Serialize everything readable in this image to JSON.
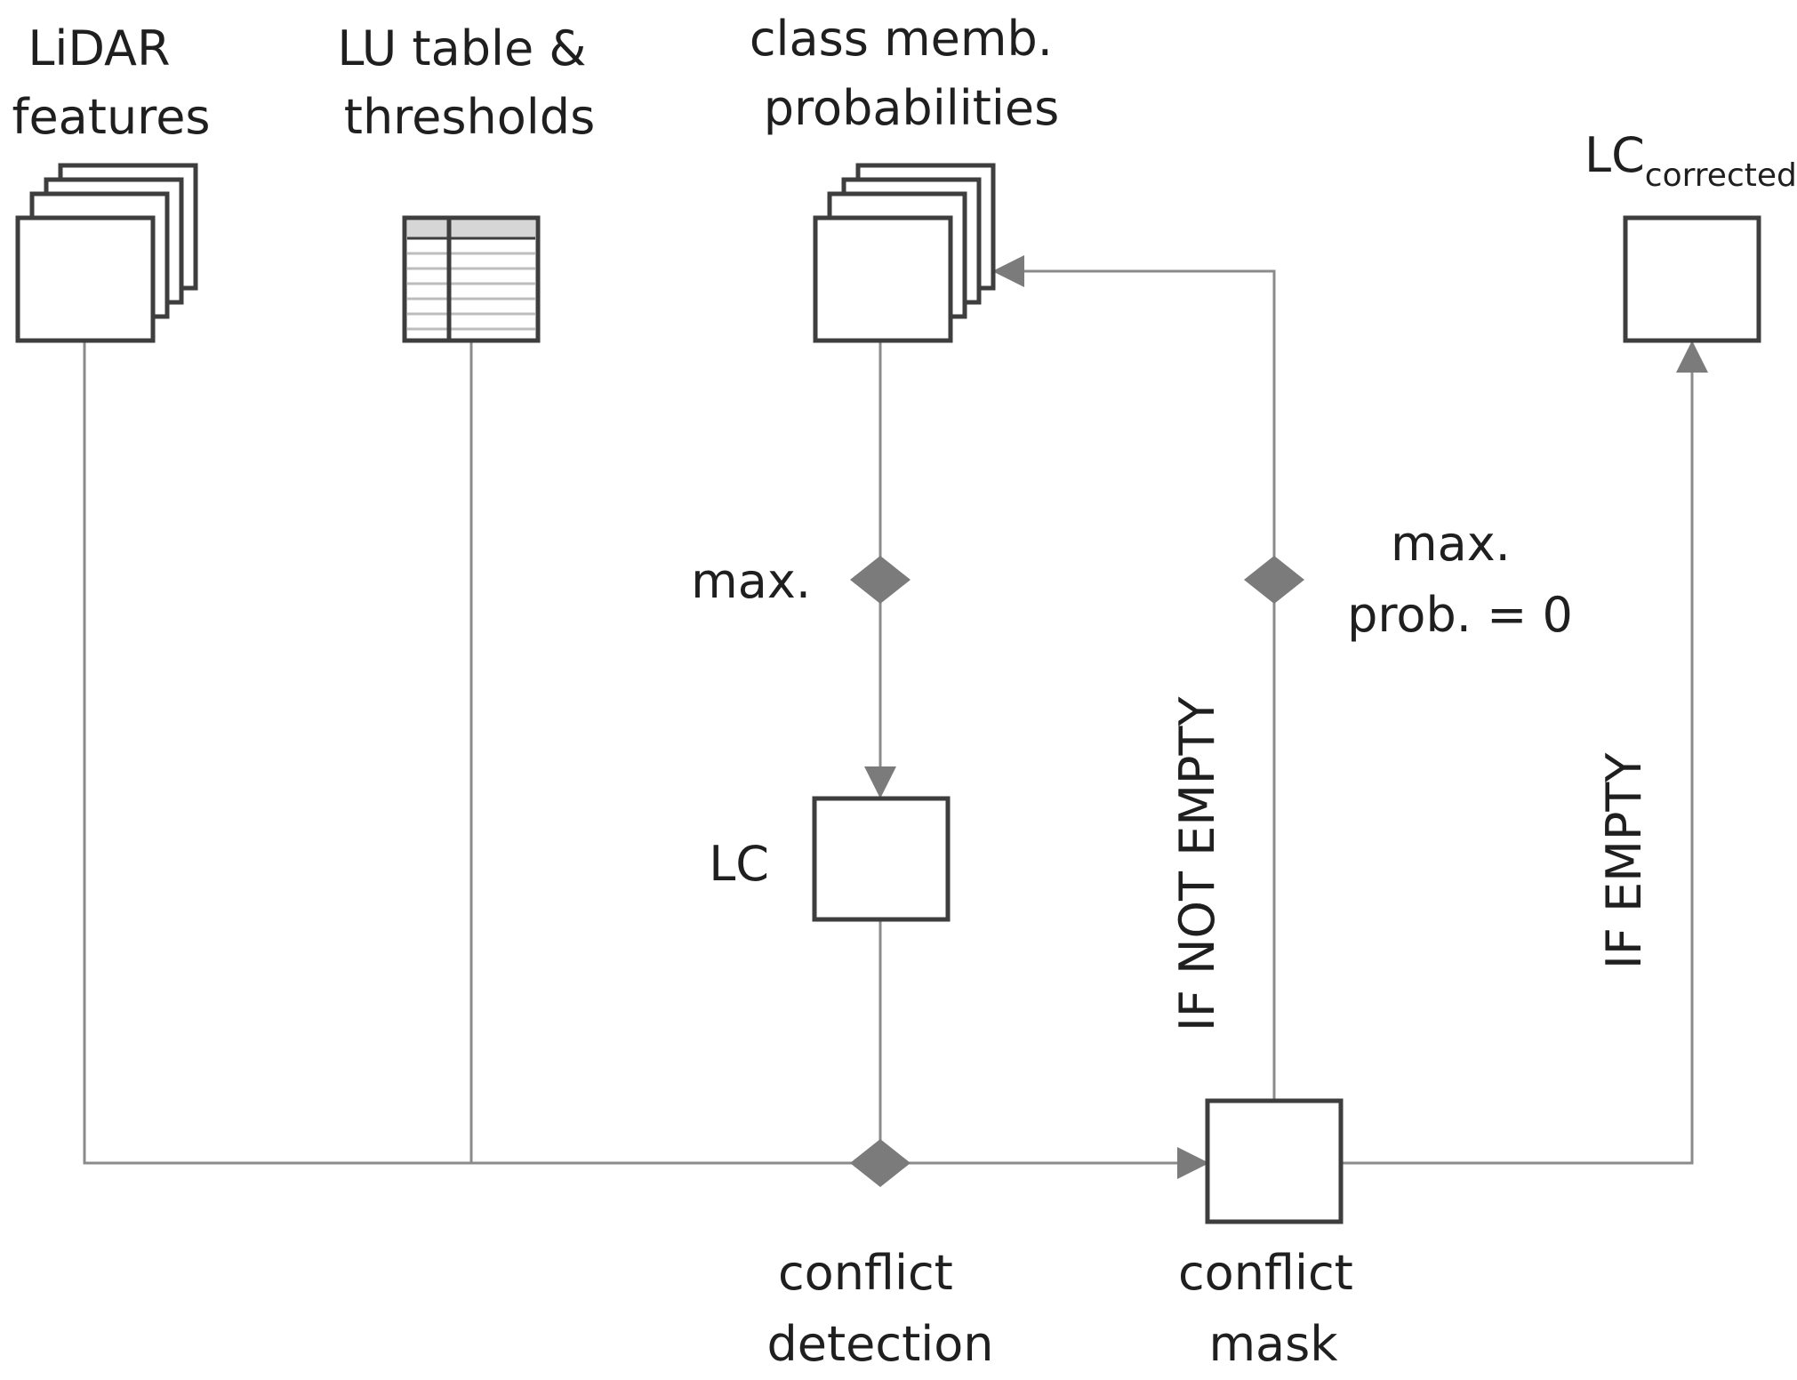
{
  "nodes": {
    "lidar_features": {
      "label_lines": [
        "LiDAR",
        "features"
      ]
    },
    "lu_table": {
      "label_lines": [
        "LU table &",
        "thresholds"
      ]
    },
    "class_probabilities": {
      "label_lines": [
        "class memb.",
        "probabilities"
      ]
    },
    "lc_corrected": {
      "label_main": "LC",
      "label_sub": "corrected"
    },
    "lc": {
      "label": "LC"
    },
    "conflict_mask": {
      "label_lines": [
        "conflict",
        "mask"
      ]
    }
  },
  "operations": {
    "max": {
      "label": "max."
    },
    "max_prob_zero": {
      "label_lines": [
        "max.",
        "prob. = 0"
      ]
    },
    "conflict_detection": {
      "label_lines": [
        "conflict",
        "detection"
      ]
    }
  },
  "conditions": {
    "if_not_empty": "IF NOT EMPTY",
    "if_empty": "IF EMPTY"
  },
  "colors": {
    "box_stroke": "#3e3e3e",
    "connector": "#8b8b8b",
    "diamond": "#7b7b7b",
    "table_header": "#d6d6d6",
    "text": "#1f1f1f"
  }
}
